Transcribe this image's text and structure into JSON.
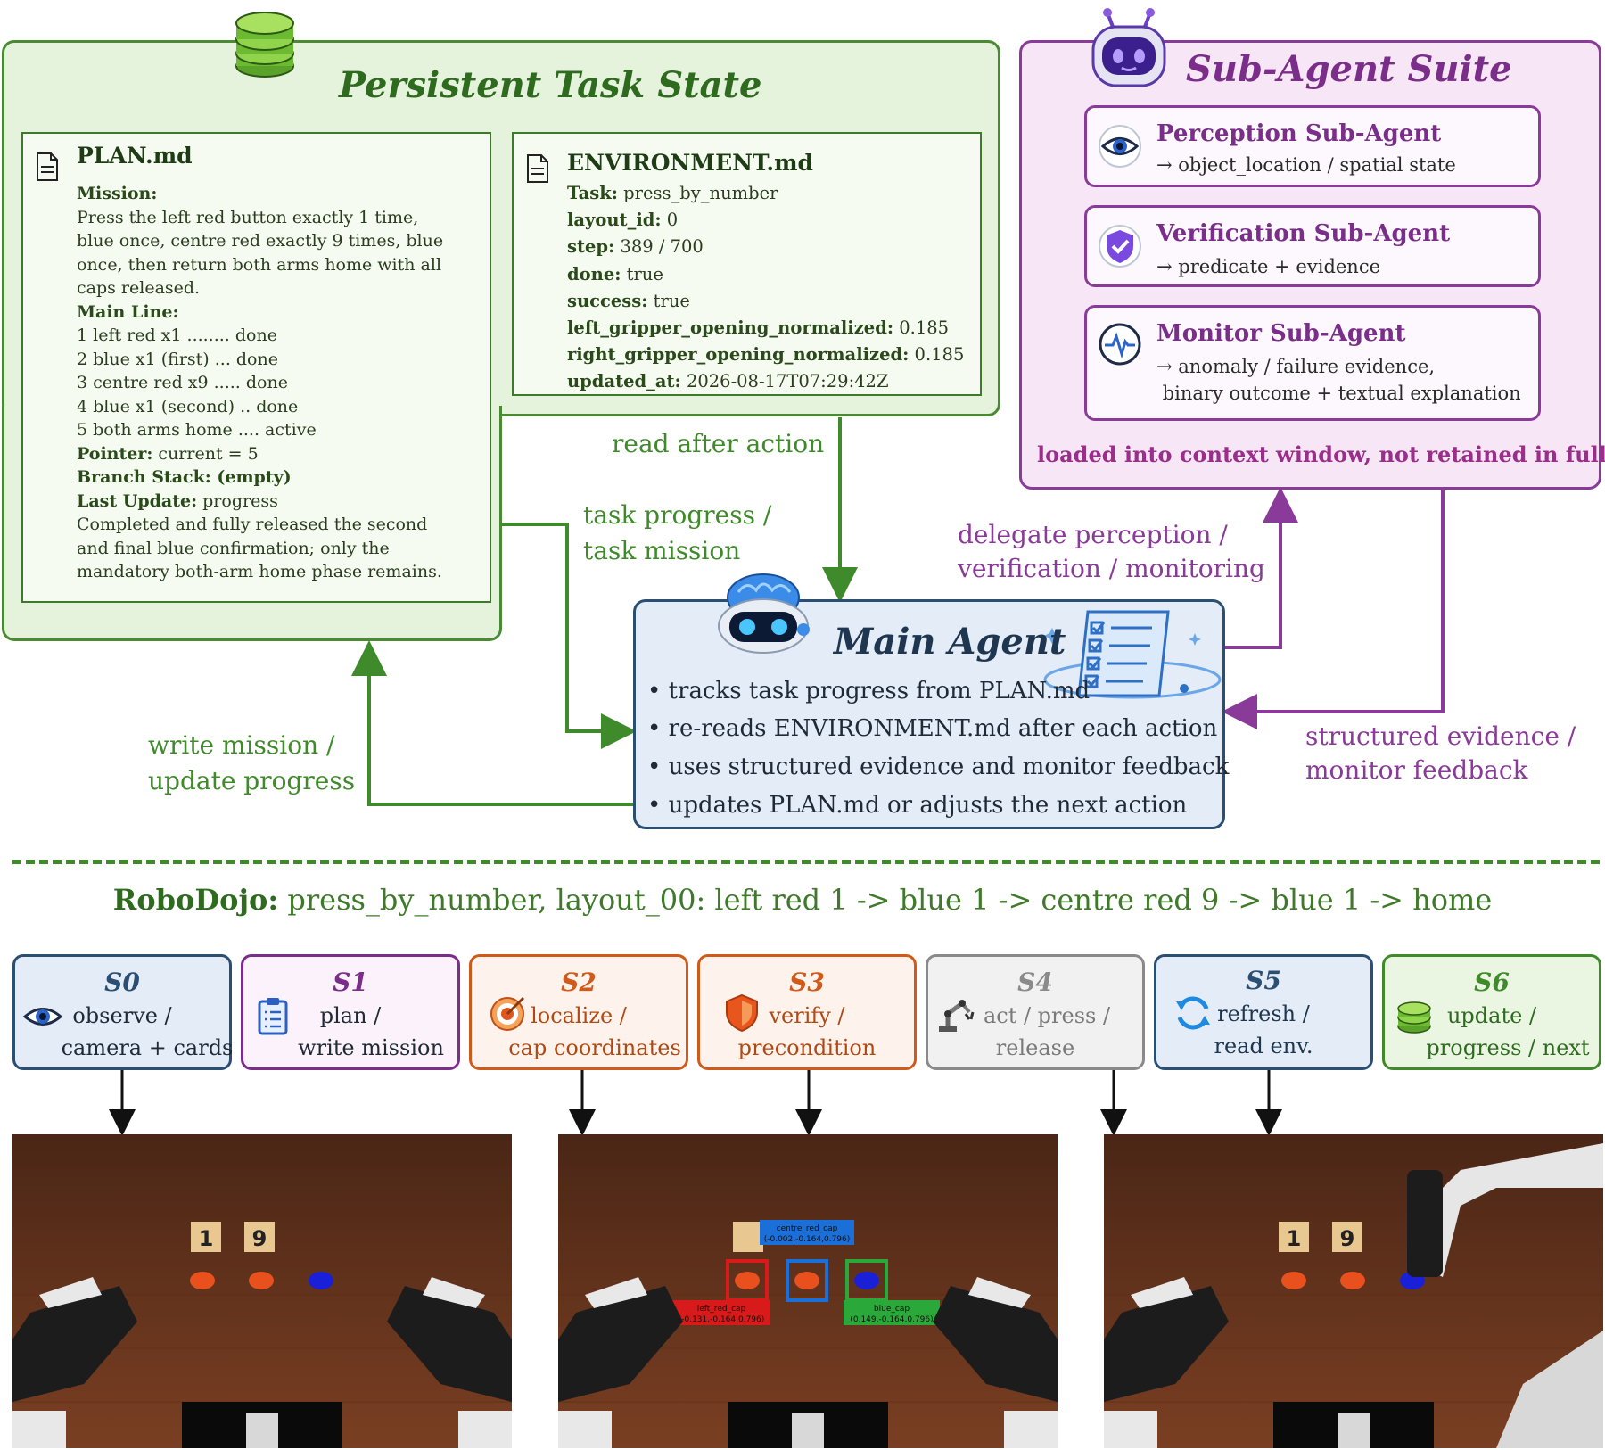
{
  "persistent_task_state": {
    "title": "Persistent Task State",
    "icon": "database-icon",
    "plan": {
      "title": "PLAN.md",
      "mission_label": "Mission:",
      "mission_lines": [
        "Press the left red button exactly 1 time,",
        "blue once, centre red exactly 9 times, blue",
        "once, then return both arms home with all",
        "caps released."
      ],
      "main_line_label": "Main Line:",
      "main_line_items": [
        "1 left red x1 ........ done",
        "2 blue x1 (first) ... done",
        "3 centre red x9 ..... done",
        "4 blue x1 (second) .. done",
        "5 both arms home .... active"
      ],
      "pointer_label": "Pointer:",
      "pointer_value": "current = 5",
      "branch_stack": "Branch Stack: (empty)",
      "last_update_label": "Last Update:",
      "last_update_value": "progress",
      "last_update_lines": [
        "Completed and fully released the second",
        "and final blue confirmation; only the",
        "mandatory both-arm home phase remains."
      ]
    },
    "environment": {
      "title": "ENVIRONMENT.md",
      "fields": [
        {
          "key": "Task:",
          "value": "press_by_number"
        },
        {
          "key": "layout_id:",
          "value": "0"
        },
        {
          "key": "step:",
          "value": "389 / 700"
        },
        {
          "key": "done:",
          "value": "true"
        },
        {
          "key": "success:",
          "value": "true"
        },
        {
          "key": "left_gripper_opening_normalized:",
          "value": "0.185"
        },
        {
          "key": "right_gripper_opening_normalized:",
          "value": "0.185"
        },
        {
          "key": "updated_at:",
          "value": "2026-08-17T07:29:42Z"
        }
      ]
    }
  },
  "sub_agent_suite": {
    "title": "Sub-Agent Suite",
    "agents": [
      {
        "name": "Perception Sub-Agent",
        "desc": [
          "→ object_location / spatial state"
        ],
        "icon": "eye-icon"
      },
      {
        "name": "Verification Sub-Agent",
        "desc": [
          "→ predicate + evidence"
        ],
        "icon": "shield-check-icon"
      },
      {
        "name": "Monitor Sub-Agent",
        "desc": [
          "→ anomaly / failure evidence,",
          " binary outcome + textual explanation"
        ],
        "icon": "heartbeat-icon"
      }
    ],
    "note": "loaded into context window, not retained in full"
  },
  "main_agent": {
    "title": "Main Agent",
    "bullets": [
      "• tracks task progress from PLAN.md",
      "• re-reads ENVIRONMENT.md after each action",
      "• uses structured evidence and monitor feedback",
      "• updates PLAN.md or adjusts the next action"
    ]
  },
  "edges": {
    "read_after_action": "read after action",
    "task_progress": [
      "task progress /",
      "task mission"
    ],
    "write_mission": [
      "write mission /",
      "update progress"
    ],
    "delegate": [
      "delegate perception /",
      "verification / monitoring"
    ],
    "structured_evidence": [
      "structured evidence /",
      "monitor feedback"
    ]
  },
  "robodojo": {
    "label": "RoboDojo:",
    "text": "press_by_number, layout_00: left red 1 -> blue 1 -> centre red 9 -> blue 1 -> home"
  },
  "steps": [
    {
      "id": "S0",
      "lines": [
        "observe /",
        "camera + cards"
      ],
      "icon": "eye-icon",
      "color": "#2b4f73",
      "bg": "#e3ecf7"
    },
    {
      "id": "S1",
      "lines": [
        "plan /",
        "write mission"
      ],
      "icon": "clipboard-icon",
      "color": "#7a2e8a",
      "bg": "#fbf2fb"
    },
    {
      "id": "S2",
      "lines": [
        "localize /",
        "cap coordinates"
      ],
      "icon": "target-icon",
      "color": "#d05a1a",
      "bg": "#fdf3ec"
    },
    {
      "id": "S3",
      "lines": [
        "verify /",
        "precondition"
      ],
      "icon": "shield-icon",
      "color": "#d05a1a",
      "bg": "#fdf3ec"
    },
    {
      "id": "S4",
      "lines": [
        "act / press /",
        "release"
      ],
      "icon": "robot-arm-icon",
      "color": "#8a8a8a",
      "bg": "#f1f1f1"
    },
    {
      "id": "S5",
      "lines": [
        "refresh /",
        "read env."
      ],
      "icon": "refresh-icon",
      "color": "#2b4f73",
      "bg": "#e3ecf7"
    },
    {
      "id": "S6",
      "lines": [
        "update /",
        "progress / next"
      ],
      "icon": "database-icon",
      "color": "#3f8a2a",
      "bg": "#eaf5e2"
    }
  ],
  "scenes": {
    "cards": [
      "1",
      "9"
    ],
    "detections": [
      {
        "label": "left_red_cap",
        "coords": "(-0.131,-0.164,0.796)",
        "color": "#d81a1a"
      },
      {
        "label": "centre_red_cap",
        "coords": "(-0.002,-0.164,0.796)",
        "color": "#1a6fd8"
      },
      {
        "label": "blue_cap",
        "coords": "(0.149,-0.164,0.796)",
        "color": "#2aa83a"
      }
    ]
  },
  "colors": {
    "green": "#3f8a2a",
    "purple": "#8a3a99",
    "navy": "#2b4f73"
  }
}
